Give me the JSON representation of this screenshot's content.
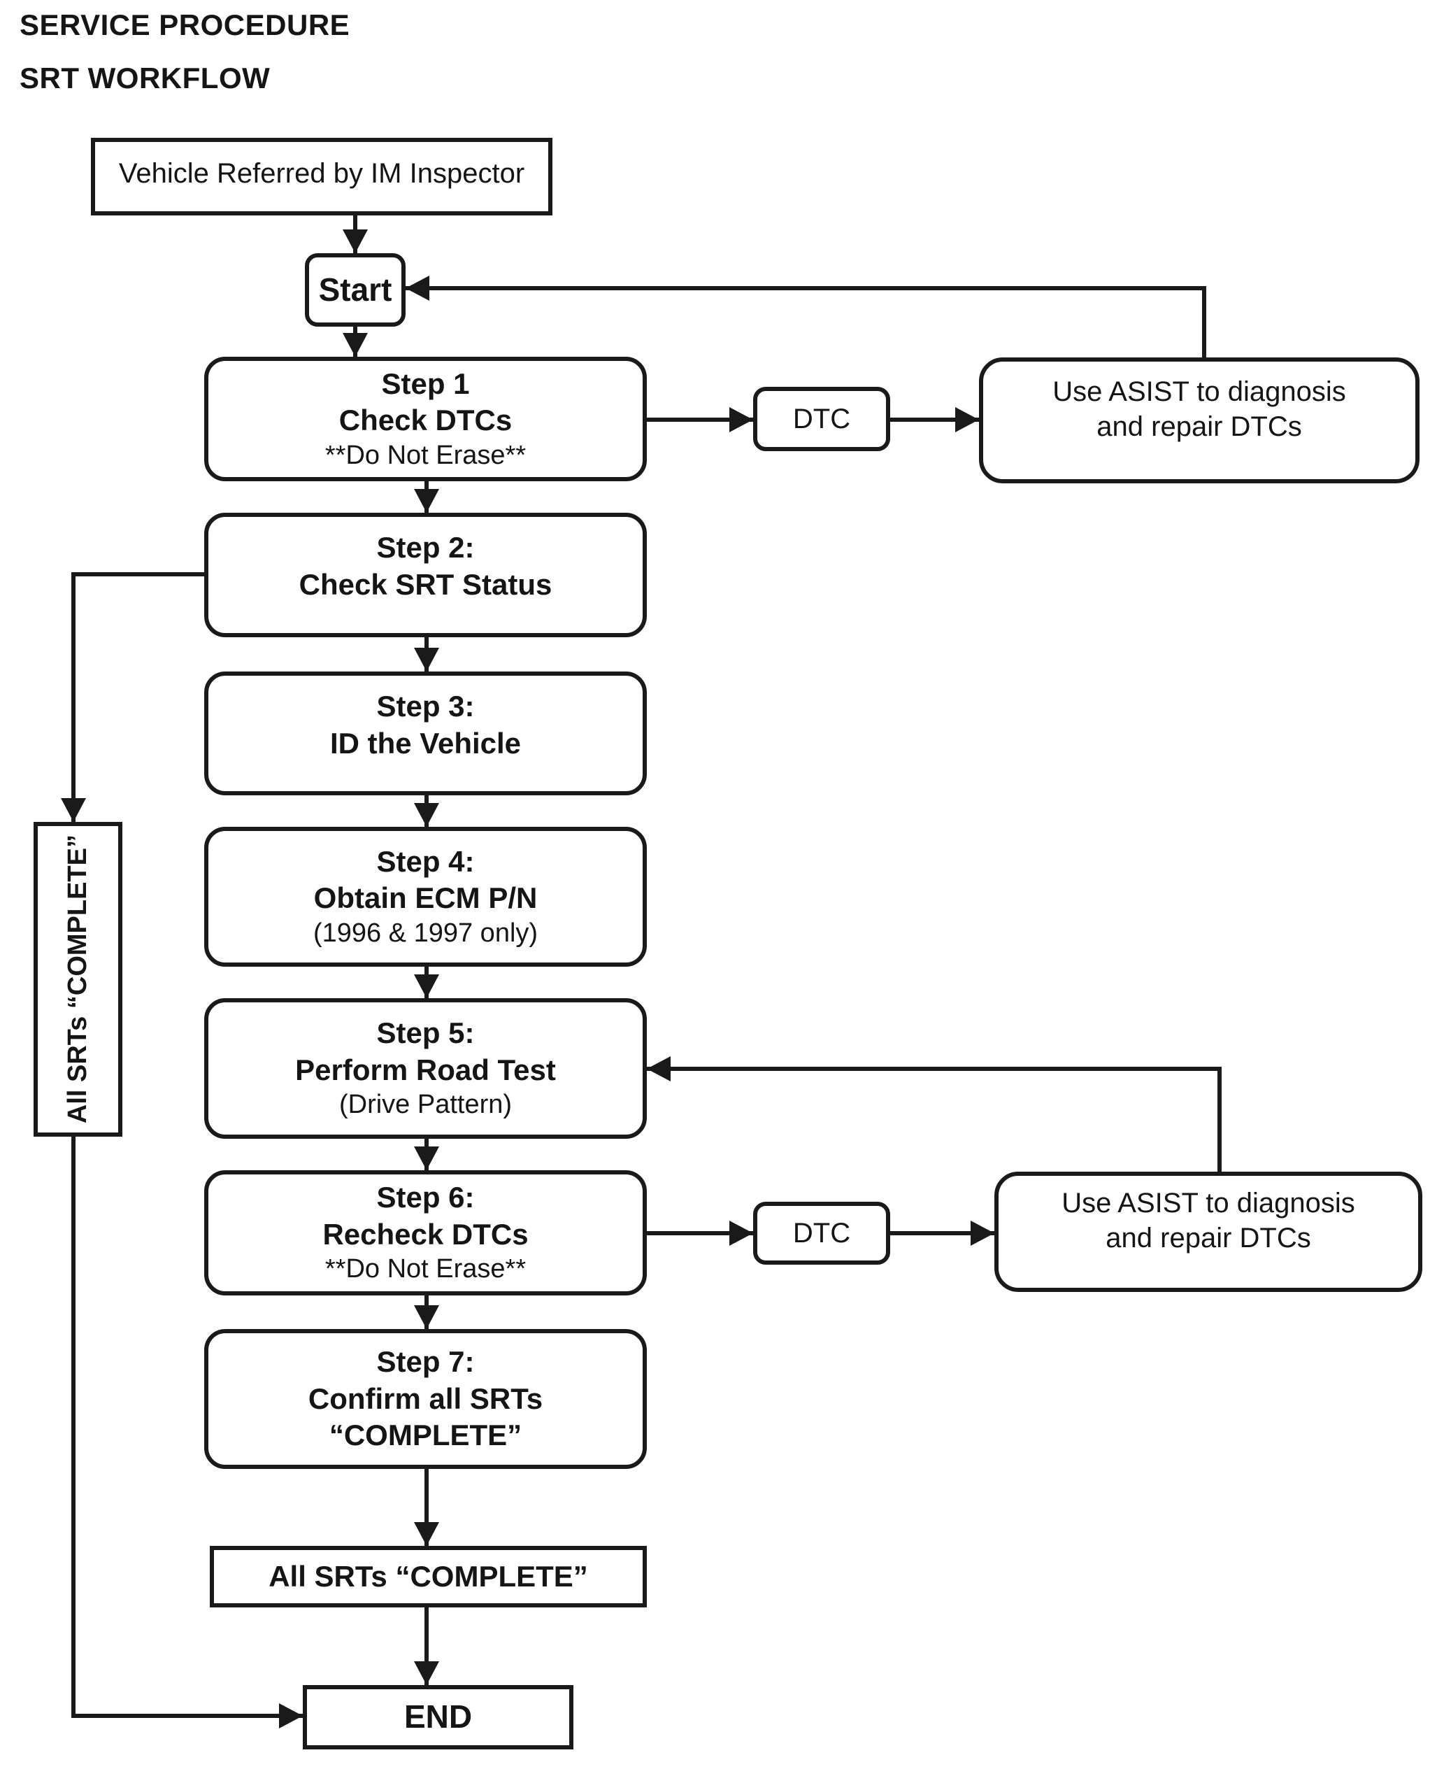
{
  "page": {
    "heading_line1": "SERVICE PROCEDURE",
    "heading_line2": "SRT WORKFLOW"
  },
  "flowchart": {
    "nodes": {
      "referral": {
        "label": "Vehicle Referred by IM Inspector"
      },
      "start": {
        "label": "Start"
      },
      "step1": {
        "title": "Step 1",
        "line2": "Check DTCs",
        "line3": "**Do Not Erase**"
      },
      "dtc1": {
        "label": "DTC"
      },
      "asist1": {
        "line1": "Use ASIST to diagnosis",
        "line2": "and repair DTCs"
      },
      "step2": {
        "title": "Step 2:",
        "line2": "Check SRT Status"
      },
      "step3": {
        "title": "Step 3:",
        "line2": "ID the Vehicle"
      },
      "step4": {
        "title": "Step 4:",
        "line2": "Obtain ECM P/N",
        "line3": "(1996 & 1997 only)"
      },
      "step5": {
        "title": "Step 5:",
        "line2": "Perform Road Test",
        "line3": "(Drive Pattern)"
      },
      "step6": {
        "title": "Step 6:",
        "line2": "Recheck DTCs",
        "line3": "**Do Not Erase**"
      },
      "dtc2": {
        "label": "DTC"
      },
      "asist2": {
        "line1": "Use ASIST to diagnosis",
        "line2": "and repair DTCs"
      },
      "step7": {
        "title": "Step 7:",
        "line2": "Confirm all SRTs",
        "line3": "“COMPLETE”"
      },
      "all_srts_vertical": {
        "label": "All SRTs “COMPLETE”"
      },
      "all_srts_horizontal": {
        "label": "All SRTs “COMPLETE”"
      },
      "end": {
        "label": "END"
      }
    },
    "colors": {
      "ink": "#1a1a1a",
      "background": "#ffffff",
      "text": "#151515"
    }
  }
}
